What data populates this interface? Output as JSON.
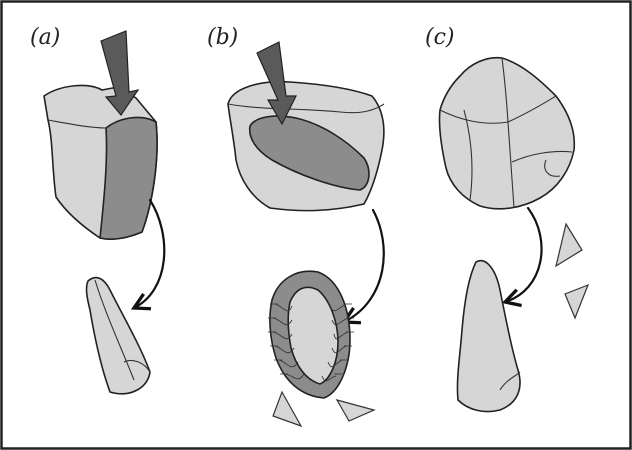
{
  "panels": [
    {
      "label": "(a)"
    },
    {
      "label": "(b)"
    },
    {
      "label": "(c)"
    }
  ],
  "colors": {
    "frame": "#222222",
    "stone_fill": "#d6d6d6",
    "scar_fill": "#8c8c8c",
    "strike_arrow": "#5a5a5a",
    "outline": "#222222"
  },
  "icons": {
    "strike": "down-arrow-icon",
    "transform": "curved-arrow-icon",
    "debris": "flake-icon"
  }
}
